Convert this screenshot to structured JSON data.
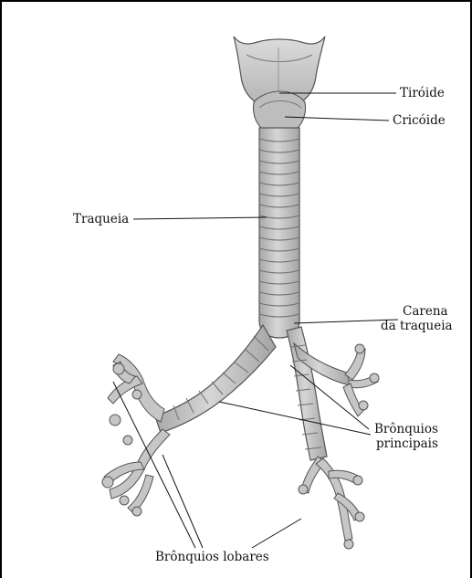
{
  "labels": {
    "tiroide": "Tiróide",
    "cricoide": "Cricóide",
    "traqueia": "Traqueia",
    "carena_line1": "Carena",
    "carena_line2": "da traqueia",
    "bronquios_principais_line1": "Brônquios",
    "bronquios_principais_line2": "principais",
    "bronquios_lobares": "Brônquios lobares"
  },
  "colors": {
    "tissue": "#c9c9c9",
    "tissue_dark": "#9e9e9e",
    "outline": "#555555",
    "leader_line": "#111111"
  }
}
